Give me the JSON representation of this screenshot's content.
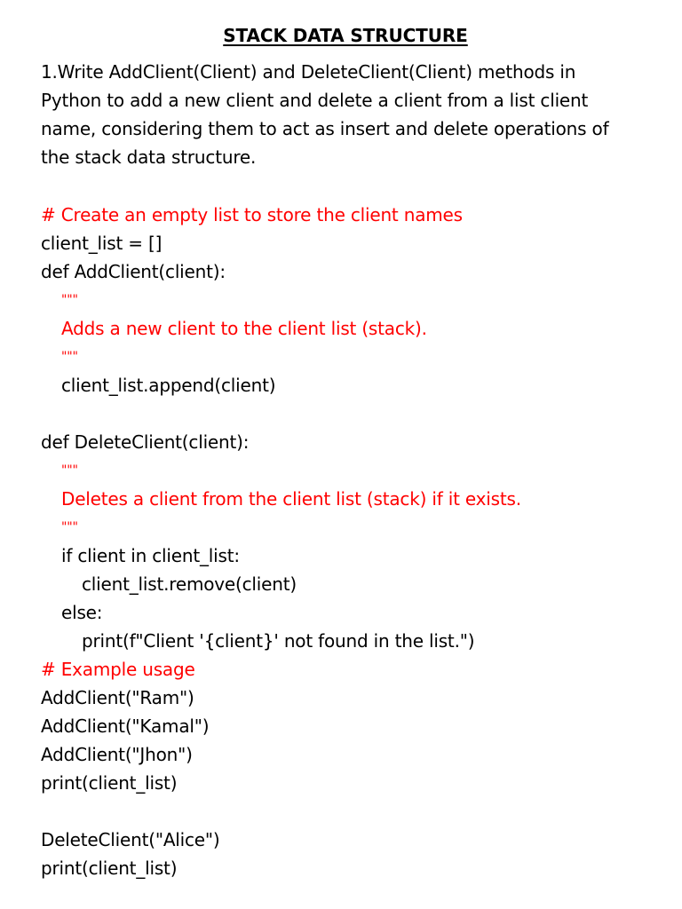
{
  "document": {
    "title": "STACK DATA STRUCTURE",
    "question": [
      "1.Write AddClient(Client) and DeleteClient(Client) methods in",
      "Python to add a new client and delete a client from a list client",
      "name, considering them to act as insert and delete operations of",
      "the stack data structure."
    ],
    "code": {
      "comment_create": "# Create an empty list to store the client names",
      "list_init": "client_list = []",
      "def_add": "def AddClient(client):",
      "docstring_quote": "\"\"\"",
      "add_doc": "Adds a new client to the client list (stack).",
      "append": "client_list.append(client)",
      "def_delete": "def DeleteClient(client):",
      "delete_doc": "Deletes a client from the client list (stack) if it exists.",
      "if_in": "if client in client_list:",
      "remove": "client_list.remove(client)",
      "else": "else:",
      "print_not_found": "print(f\"Client '{client}' not found in the list.\")",
      "comment_example": "# Example usage",
      "add_ram": "AddClient(\"Ram\")",
      "add_kamal": "AddClient(\"Kamal\")",
      "add_jhon": "AddClient(\"Jhon\")",
      "print_list_1": "print(client_list)",
      "delete_alice": "DeleteClient(\"Alice\")",
      "print_list_2": "print(client_list)"
    },
    "colors": {
      "text": "#000000",
      "comment": "#ff0000"
    }
  }
}
